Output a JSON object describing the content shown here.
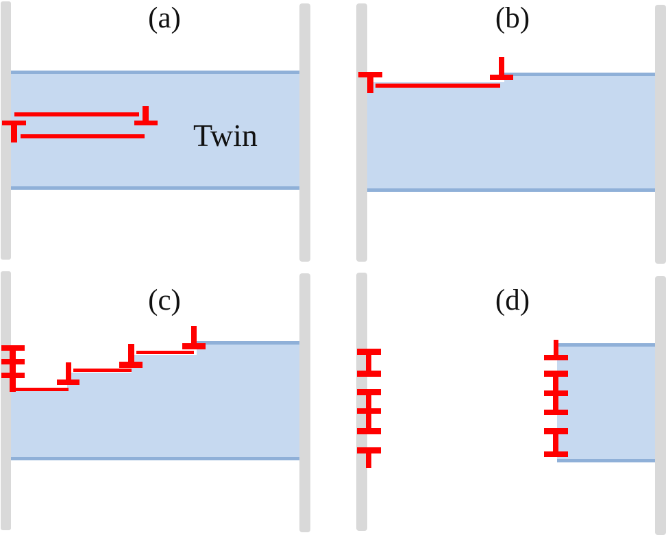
{
  "figure": {
    "colors": {
      "wall": "#d9d9d9",
      "twin_fill": "#c6d9f0",
      "twin_border": "#8fb0d8",
      "dislocation": "#ff0000",
      "text": "#111111"
    },
    "panels": [
      {
        "id": "a",
        "label": "(a)",
        "annotation": "Twin",
        "description": "Twin lamella spanning between two grain boundaries with a dislocation pair at the left boundary"
      },
      {
        "id": "b",
        "label": "(b)",
        "description": "Twin boundary step with a single dislocation pair"
      },
      {
        "id": "c",
        "label": "(c)",
        "description": "Staircase of twinning dislocations with pile-up at left boundary"
      },
      {
        "id": "d",
        "label": "(d)",
        "description": "Detwinned region with dislocation walls at left boundary and twin front"
      }
    ]
  }
}
